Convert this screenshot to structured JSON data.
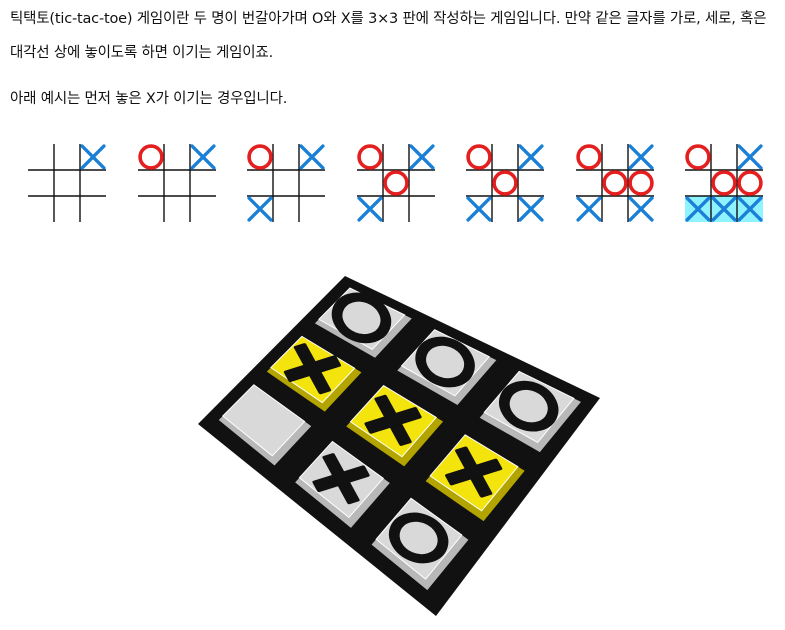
{
  "article": {
    "paragraph_1": "틱택토(tic-tac-toe) 게임이란 두 명이 번갈아가며 O와 X를 3×3 판에 작성하는 게임입니다. 만약 같은 글자를 가로, 세로, 혹은 대각선 상에 놓이도록 하면 이기는 게임이죠.",
    "paragraph_2": "아래 예시는 먼저 놓은 X가 이기는 경우입니다."
  },
  "example_sequence": {
    "colors": {
      "x_mark": "#1a7fd6",
      "o_mark": "#e41f1f",
      "grid": "#111111",
      "win_highlight": "#8ff2ff"
    },
    "boards": [
      {
        "cells": [
          "",
          "",
          "X",
          "",
          "",
          "",
          "",
          "",
          ""
        ],
        "winning_row": null
      },
      {
        "cells": [
          "O",
          "",
          "X",
          "",
          "",
          "",
          "",
          "",
          ""
        ],
        "winning_row": null
      },
      {
        "cells": [
          "O",
          "",
          "X",
          "",
          "",
          "",
          "X",
          "",
          ""
        ],
        "winning_row": null
      },
      {
        "cells": [
          "O",
          "",
          "X",
          "",
          "O",
          "",
          "X",
          "",
          ""
        ],
        "winning_row": null
      },
      {
        "cells": [
          "O",
          "",
          "X",
          "",
          "O",
          "",
          "X",
          "",
          "X"
        ],
        "winning_row": null
      },
      {
        "cells": [
          "O",
          "",
          "X",
          "",
          "O",
          "O",
          "X",
          "",
          "X"
        ],
        "winning_row": null
      },
      {
        "cells": [
          "O",
          "",
          "X",
          "",
          "O",
          "O",
          "X",
          "X",
          "X"
        ],
        "winning_row": 2
      }
    ]
  },
  "illustration": {
    "description_icon": "3d-tic-tac-toe-board-icon",
    "colors": {
      "tile_gray": "#d9d9d9",
      "tile_yellow": "#f3e40d",
      "frame": "#111111",
      "mark": "#111111"
    },
    "cells": [
      {
        "mark": "O",
        "tile": "gray"
      },
      {
        "mark": "O",
        "tile": "gray"
      },
      {
        "mark": "O",
        "tile": "gray"
      },
      {
        "mark": "X",
        "tile": "yellow"
      },
      {
        "mark": "X",
        "tile": "yellow"
      },
      {
        "mark": "X",
        "tile": "yellow"
      },
      {
        "mark": "",
        "tile": "gray"
      },
      {
        "mark": "X",
        "tile": "gray"
      },
      {
        "mark": "O",
        "tile": "gray"
      }
    ]
  }
}
